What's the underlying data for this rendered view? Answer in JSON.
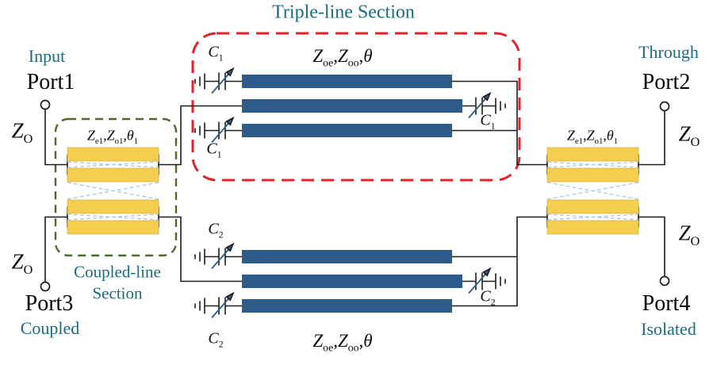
{
  "title": {
    "triple_line_section": "Triple-line Section"
  },
  "sections": {
    "coupled_line_1": "Coupled-line",
    "coupled_line_2": "Section"
  },
  "ports": {
    "port1": {
      "name": "Port1",
      "role": "Input"
    },
    "port2": {
      "name": "Port2",
      "role": "Through"
    },
    "port3": {
      "name": "Port3",
      "role": "Coupled"
    },
    "port4": {
      "name": "Port4",
      "role": "Isolated"
    }
  },
  "labels": {
    "z0": {
      "z": "Z",
      "sub": "O"
    },
    "coupled": {
      "z": "Z",
      "sub_e": "e1",
      "sub_o": "o1",
      "theta": "θ",
      "theta_sub": "1",
      "comma": ","
    },
    "triple": {
      "z": "Z",
      "sub_e": "oe",
      "sub_o": "oo",
      "theta": "θ",
      "comma": ","
    },
    "cap_c": "C",
    "cap_sub1": "1",
    "cap_sub2": "2"
  },
  "colors": {
    "transmission_line_blue": "#2E5C8A",
    "coupled_line_yellow": "#F5CD4F",
    "boundary_red": "#E62129",
    "boundary_green": "#4F682B",
    "text_teal": "#186B85",
    "coupling_dash_blue": "#A7C4E4"
  }
}
